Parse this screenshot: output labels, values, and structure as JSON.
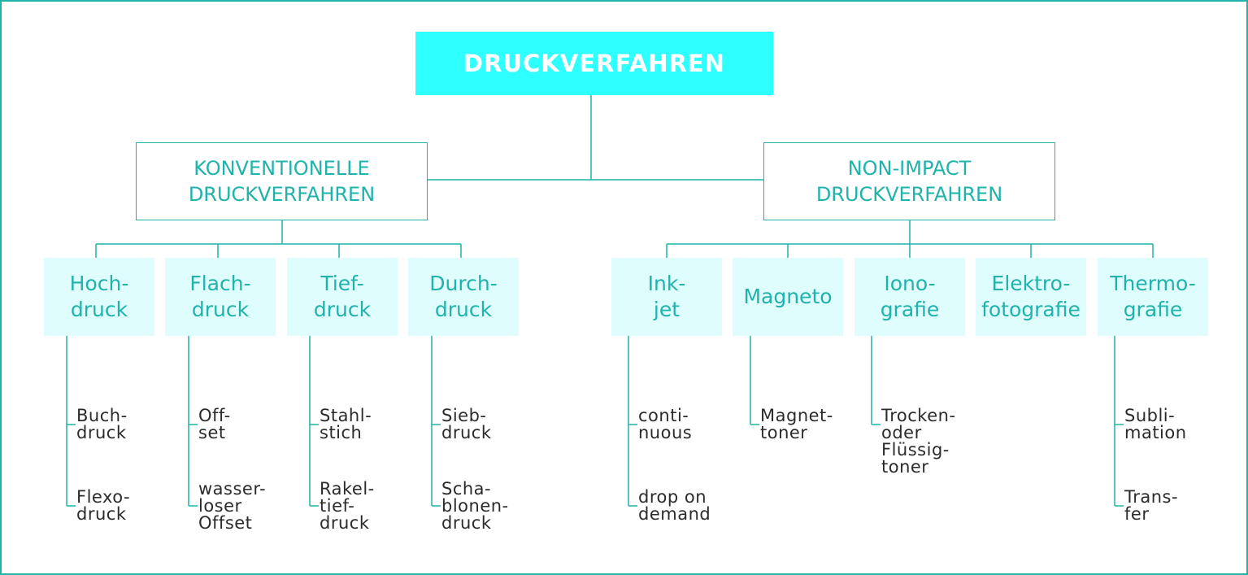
{
  "title": "DRUCKVERFAHREN",
  "categories": [
    {
      "label": "KONVENTIONELLE\nDRUCKVERFAHREN"
    },
    {
      "label": "NON-IMPACT\nDRUCKVERFAHREN"
    }
  ],
  "methods": [
    {
      "label": "Hoch-\ndruck",
      "children": [
        "Buch-\ndruck",
        "Flexo-\ndruck"
      ]
    },
    {
      "label": "Flach-\ndruck",
      "children": [
        "Off-\nset",
        "wasser-\nloser\nOffset"
      ]
    },
    {
      "label": "Tief-\ndruck",
      "children": [
        "Stahl-\nstich",
        "Rakel-\ntief-\ndruck"
      ]
    },
    {
      "label": "Durch-\ndruck",
      "children": [
        "Sieb-\ndruck",
        "Scha-\nblonen-\ndruck"
      ]
    },
    {
      "label": "Ink-\njet",
      "children": [
        "conti-\nnuous",
        "drop on\ndemand"
      ]
    },
    {
      "label": "Magneto",
      "children": [
        "Magnet-\ntoner"
      ]
    },
    {
      "label": "Iono-\ngrafie",
      "children": [
        "Trocken-\noder\nFlüssig-\ntoner"
      ]
    },
    {
      "label": "Elektro-\nfotografie",
      "children": []
    },
    {
      "label": "Thermo-\ngrafie",
      "children": [
        "Subli-\nmation",
        "Trans-\nfer"
      ]
    }
  ],
  "colors": {
    "accent": "#1fb3ac",
    "root_fill": "#2effff",
    "method_fill": "#e0fdfd",
    "leaf_text": "#2b2b2b"
  }
}
